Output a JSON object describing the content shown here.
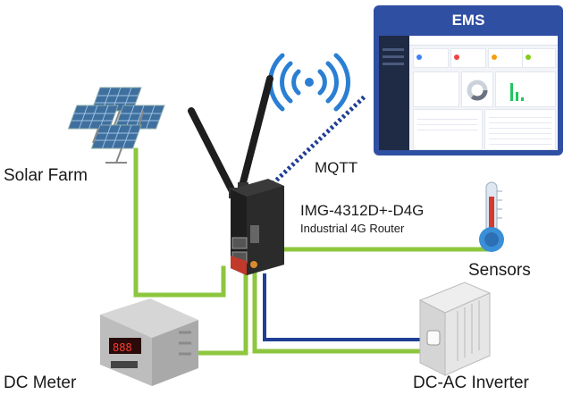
{
  "labels": {
    "solar_farm": "Solar Farm",
    "mqtt": "MQTT",
    "router_model": "IMG-4312D+-D4G",
    "router_desc": "Industrial 4G Router",
    "sensors": "Sensors",
    "dc_meter": "DC Meter",
    "inverter": "DC-AC Inverter",
    "ems": "EMS"
  },
  "colors": {
    "link_green": "#8dc63f",
    "link_blue": "#1f3f95",
    "ems_header": "#2f4fa3",
    "wifi_blue": "#2a7fd4",
    "router_body": "#2b2b2b",
    "router_accent": "#c0392b"
  },
  "icons": [
    "solar-panel-icon",
    "wifi-signal-icon",
    "router-icon",
    "antenna-icon",
    "thermometer-icon",
    "dc-meter-icon",
    "inverter-icon",
    "dashboard-screenshot"
  ]
}
